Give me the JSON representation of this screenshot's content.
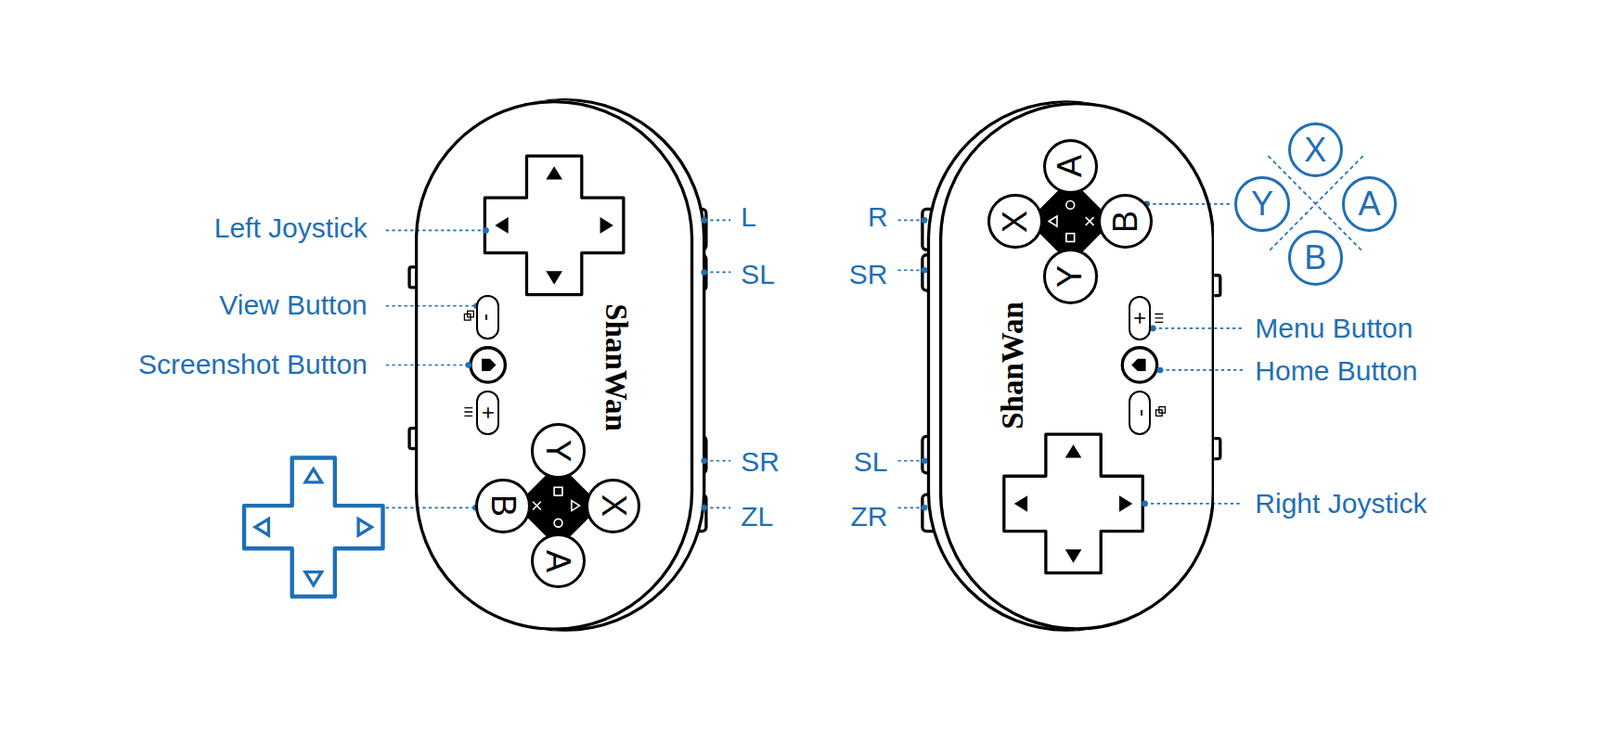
{
  "diagram": {
    "nodes": [
      {
        "text": [
          "ShanWan"
        ]
      },
      {
        "text": [
          "-"
        ],
        "in": 0
      },
      {
        "text": [
          "+"
        ],
        "in": 0
      },
      {
        "text": [
          "Y"
        ],
        "in": 0
      },
      {
        "text": [
          "B"
        ],
        "in": 0
      },
      {
        "text": [
          "X"
        ],
        "in": 0
      },
      {
        "text": [
          "A"
        ],
        "in": 0
      },
      {
        "text": [
          "ShanWan"
        ]
      },
      {
        "text": [
          "A"
        ],
        "in": 7
      },
      {
        "text": [
          "X"
        ],
        "in": 7
      },
      {
        "text": [
          "B"
        ],
        "in": 7
      },
      {
        "text": [
          "Y"
        ],
        "in": 7
      },
      {
        "text": [
          "+"
        ],
        "in": 7
      },
      {
        "text": [
          "-"
        ],
        "in": 7
      },
      {
        "text": [
          "X"
        ]
      },
      {
        "text": [
          "Y"
        ]
      },
      {
        "text": [
          "A"
        ]
      },
      {
        "text": [
          "B"
        ]
      }
    ],
    "labels": [
      "Left Joystick",
      "View Button",
      "Screenshot Button",
      "L",
      "SL",
      "SR",
      "ZL",
      "R",
      "SR",
      "SL",
      "ZR",
      "Menu Button",
      "Home Button",
      "Right Joystick"
    ]
  }
}
